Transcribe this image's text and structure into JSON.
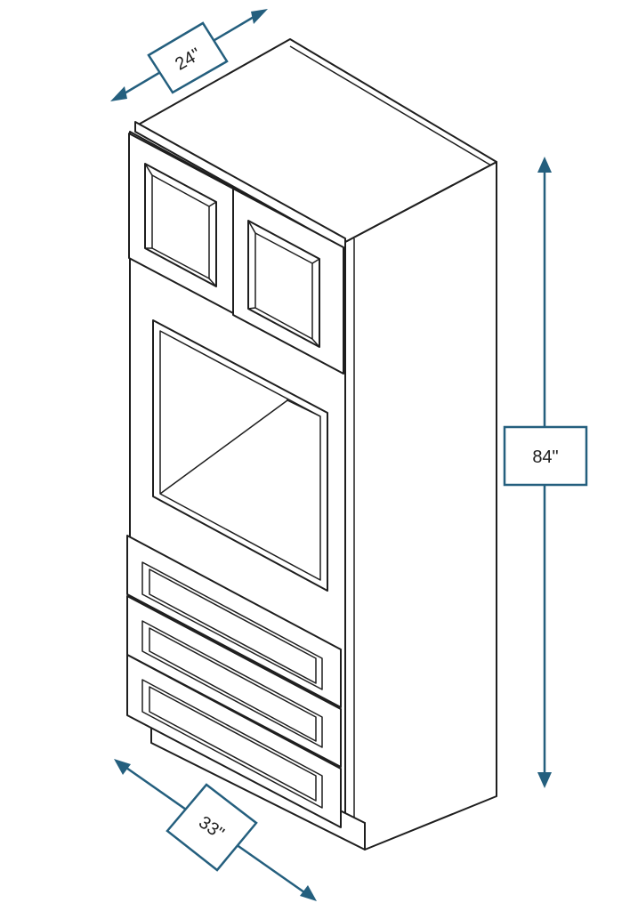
{
  "dimensions": {
    "depth": {
      "label": "24\""
    },
    "height": {
      "label": "84\""
    },
    "width": {
      "label": "33\""
    }
  },
  "colors": {
    "dimension_accent": "#245f7e",
    "outline": "#1e1e1e",
    "background": "#ffffff"
  }
}
